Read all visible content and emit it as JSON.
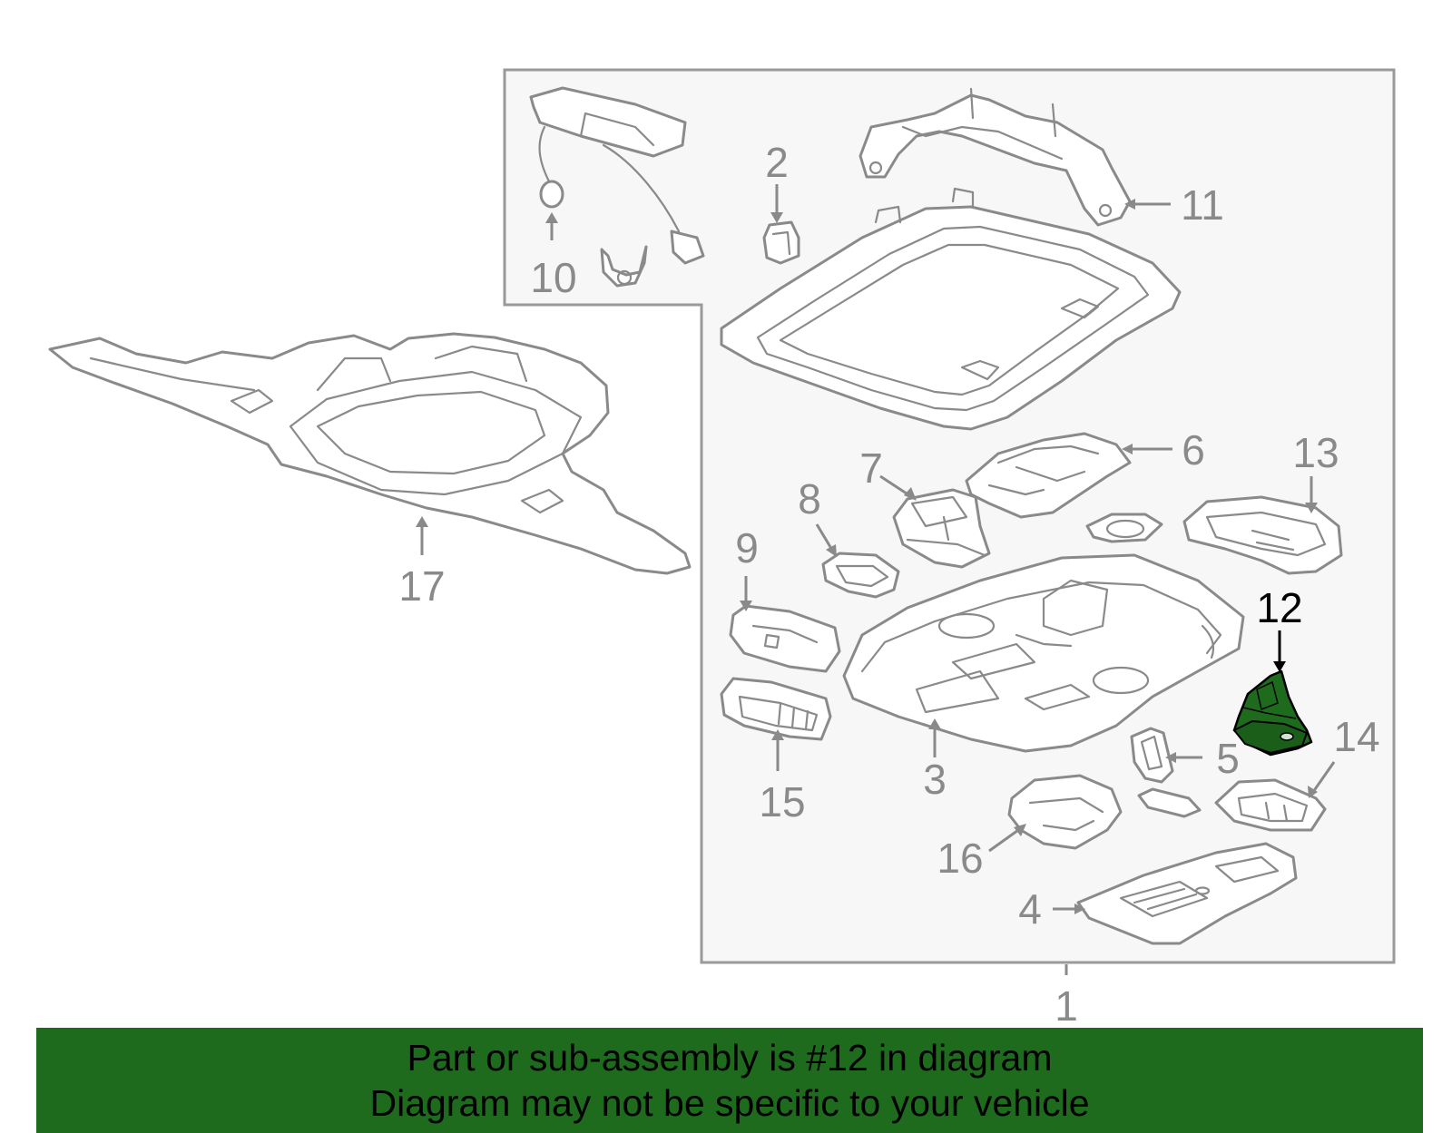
{
  "diagram": {
    "callouts": [
      {
        "id": "c1",
        "label": "1"
      },
      {
        "id": "c2",
        "label": "2"
      },
      {
        "id": "c3",
        "label": "3"
      },
      {
        "id": "c4",
        "label": "4"
      },
      {
        "id": "c5",
        "label": "5"
      },
      {
        "id": "c6",
        "label": "6"
      },
      {
        "id": "c7",
        "label": "7"
      },
      {
        "id": "c8",
        "label": "8"
      },
      {
        "id": "c9",
        "label": "9"
      },
      {
        "id": "c10",
        "label": "10"
      },
      {
        "id": "c11",
        "label": "11"
      },
      {
        "id": "c12",
        "label": "12"
      },
      {
        "id": "c13",
        "label": "13"
      },
      {
        "id": "c14",
        "label": "14"
      },
      {
        "id": "c15",
        "label": "15"
      },
      {
        "id": "c16",
        "label": "16"
      },
      {
        "id": "c17",
        "label": "17"
      }
    ],
    "highlighted_part": "12",
    "colors": {
      "line_art": "#8a8a8a",
      "panel_background": "#f7f7f7",
      "highlight_fill": "#1e6b1e",
      "banner_background": "#1e6b1e",
      "highlight_callout": "#000000"
    }
  },
  "banner": {
    "line1": "Part or sub-assembly is #12 in diagram",
    "line2": "Diagram may not be specific to your vehicle"
  }
}
